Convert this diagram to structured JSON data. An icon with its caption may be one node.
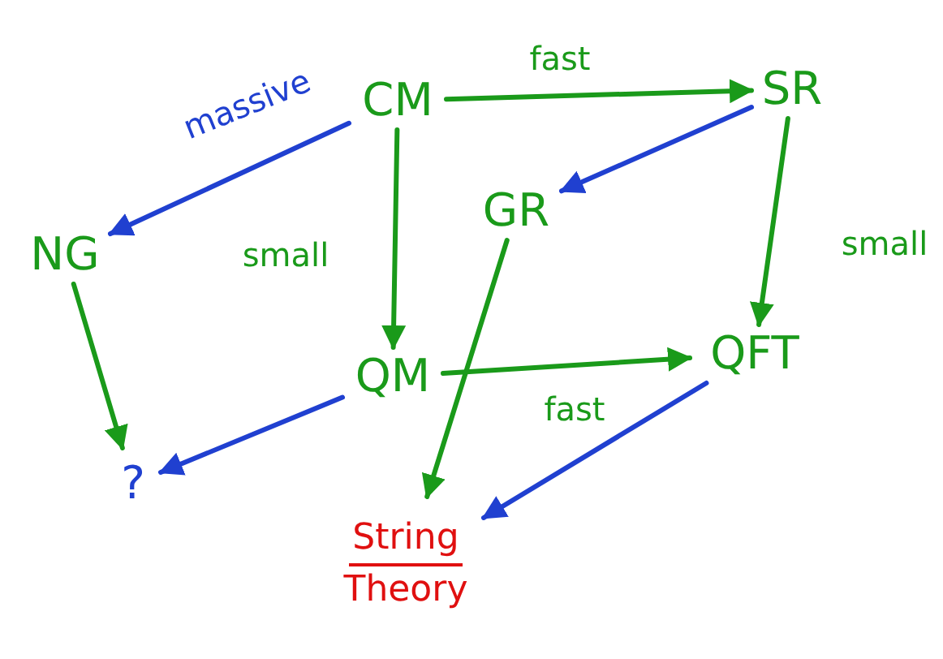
{
  "diagram": {
    "nodes": [
      {
        "text": [
          "CM"
        ]
      },
      {
        "text": [
          "SR"
        ]
      },
      {
        "text": [
          "NG"
        ]
      },
      {
        "text": [
          "GR"
        ]
      },
      {
        "text": [
          "QM"
        ]
      },
      {
        "text": [
          "QFT"
        ]
      },
      {
        "text": [
          "?"
        ]
      },
      {
        "text": [
          "String",
          "Theory"
        ]
      }
    ],
    "edges": [
      {
        "from": 0,
        "to": 1,
        "arrow": "to",
        "label": "fast"
      },
      {
        "from": 0,
        "to": 2,
        "arrow": "to",
        "label": "massive",
        "color": "#2040d0"
      },
      {
        "from": 1,
        "to": 3,
        "arrow": "to",
        "color": "#2040d0"
      },
      {
        "from": 0,
        "to": 4,
        "arrow": "to",
        "label": "small"
      },
      {
        "from": 1,
        "to": 5,
        "arrow": "to",
        "label": "small"
      },
      {
        "from": 2,
        "to": 6,
        "arrow": "to"
      },
      {
        "from": 4,
        "to": 6,
        "arrow": "to",
        "color": "#2040d0"
      },
      {
        "from": 3,
        "to": 7,
        "arrow": "to"
      },
      {
        "from": 4,
        "to": 5,
        "arrow": "to",
        "label": "fast"
      },
      {
        "from": 5,
        "to": 7,
        "arrow": "to",
        "color": "#2040d0"
      }
    ]
  }
}
